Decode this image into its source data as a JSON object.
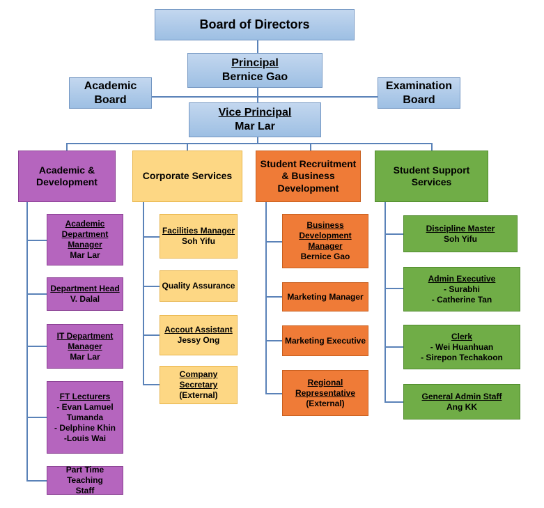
{
  "board": {
    "title": "Board of Directors"
  },
  "principal": {
    "title": "Principal",
    "name": "Bernice Gao"
  },
  "academic_board": {
    "line1": "Academic",
    "line2": "Board"
  },
  "examination_board": {
    "line1": "Examination",
    "line2": "Board"
  },
  "vice_principal": {
    "title": "Vice Principal",
    "name": "Mar Lar"
  },
  "departments": {
    "academic": {
      "line1": "Academic &",
      "line2": "Development",
      "roles": [
        {
          "title_lines": [
            "Academic",
            "Department",
            "Manager"
          ],
          "people": [
            "Mar Lar"
          ]
        },
        {
          "title_lines": [
            "Department Head"
          ],
          "people": [
            "V. Dalal"
          ]
        },
        {
          "title_lines": [
            "IT Department",
            "Manager"
          ],
          "people": [
            "Mar Lar"
          ]
        },
        {
          "title_lines": [
            "FT Lecturers"
          ],
          "people": [
            "- Evan Lamuel",
            "Tumanda",
            "- Delphine Khin",
            "-Louis Wai"
          ]
        },
        {
          "plain_lines": [
            "Part Time Teaching",
            "Staff"
          ]
        }
      ]
    },
    "corporate": {
      "line1": "Corporate Services",
      "roles": [
        {
          "title_lines": [
            "Facilities Manager"
          ],
          "people": [
            "Soh Yifu"
          ]
        },
        {
          "plain_lines": [
            "Quality Assurance"
          ]
        },
        {
          "title_lines": [
            "Accout Assistant"
          ],
          "people": [
            "Jessy Ong"
          ]
        },
        {
          "title_lines": [
            "Company Secretary"
          ],
          "people": [
            "(External)"
          ]
        }
      ]
    },
    "recruitment": {
      "line1": "Student Recruitment",
      "line2": "& Business",
      "line3": "Development",
      "roles": [
        {
          "title_lines": [
            "Business",
            "Development",
            "Manager"
          ],
          "people": [
            "Bernice Gao"
          ]
        },
        {
          "plain_lines": [
            "Marketing Manager"
          ]
        },
        {
          "plain_lines": [
            "Marketing Executive"
          ]
        },
        {
          "title_lines": [
            "Regional",
            "Representative"
          ],
          "people": [
            "(External)"
          ]
        }
      ]
    },
    "support": {
      "line1": "Student Support",
      "line2": "Services",
      "roles": [
        {
          "title_lines": [
            "Discipline Master"
          ],
          "people": [
            "Soh Yifu"
          ]
        },
        {
          "title_lines": [
            "Admin Executive"
          ],
          "people": [
            "- Surabhi",
            "- Catherine Tan"
          ]
        },
        {
          "title_lines": [
            "Clerk"
          ],
          "people": [
            "- Wei Huanhuan",
            "- Sirepon Techakoon"
          ]
        },
        {
          "title_lines": [
            "General Admin Staff"
          ],
          "people": [
            "Ang KK"
          ]
        }
      ]
    }
  }
}
